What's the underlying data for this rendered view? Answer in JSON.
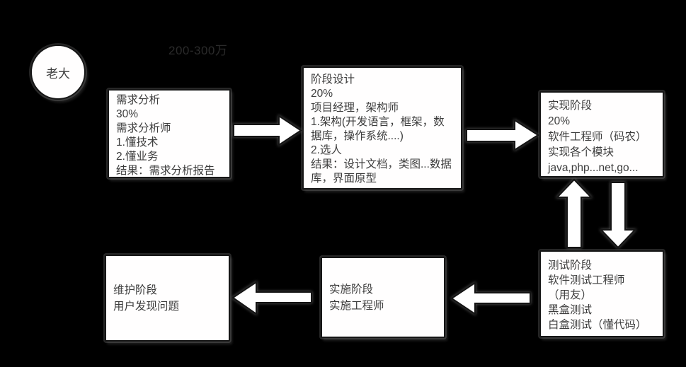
{
  "diagram": {
    "background": "#000000",
    "actor": {
      "label": "老大"
    },
    "annotation": {
      "budget": "200-300万"
    },
    "nodes": {
      "requirements": {
        "lines": [
          "需求分析",
          "30%",
          "需求分析师",
          "1.懂技术",
          "2.懂业务",
          "结果：需求分析报告"
        ]
      },
      "design": {
        "lines": [
          "阶段设计",
          "20%",
          "项目经理，架构师",
          "1.架构(开发语言，框架，数据库，操作系统....)",
          "2.选人",
          "结果：设计文档，类图...数据库，界面原型"
        ]
      },
      "implementation": {
        "lines": [
          "实现阶段",
          "20%",
          "软件工程师（码农）",
          "实现各个模块",
          "java,php...net,go..."
        ]
      },
      "testing": {
        "lines": [
          "测试阶段",
          "软件测试工程师",
          "（用友）",
          "黑盒测试",
          "白盒测试（懂代码）"
        ]
      },
      "deployment": {
        "lines": [
          "实施阶段",
          "实施工程师"
        ]
      },
      "maintenance": {
        "lines": [
          "维护阶段",
          "用户发现问题"
        ]
      }
    },
    "colors": {
      "node_fill": "#ffffff",
      "node_border": "#161616",
      "node_text": "#3d3d3d",
      "faint_text": "#2b2b2b",
      "arrow_fill": "#ffffff",
      "arrow_outline": "#141414",
      "background": "#000000"
    }
  }
}
